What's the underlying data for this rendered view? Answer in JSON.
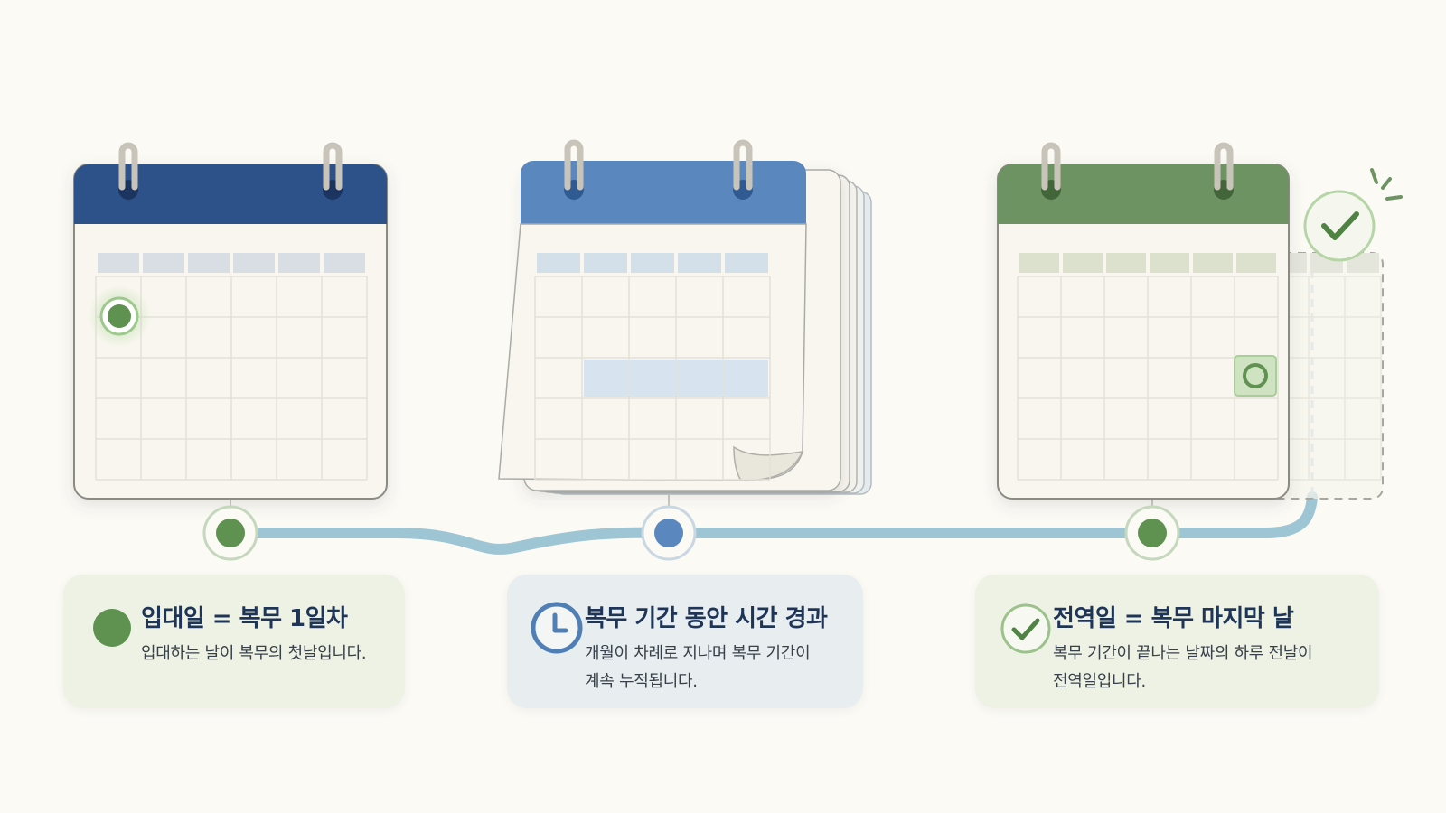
{
  "steps": [
    {
      "icon": "filled-circle-icon",
      "title": "입대일 = 복무 1일차",
      "description": "입대하는 날이 복무의 첫날입니다.",
      "accent": "#5f9150",
      "card_bg": "#eef2e5"
    },
    {
      "icon": "clock-icon",
      "title": "복무 기간 동안 시간 경과",
      "description": "개월이 차례로 지나며 복무 기간이\n계속 누적됩니다.",
      "accent": "#4f7fb5",
      "card_bg": "#e8eef0"
    },
    {
      "icon": "check-circle-icon",
      "title": "전역일 = 복무 마지막 날",
      "description": "복무 기간이 끝나는 날짜의 하루 전날이\n전역일입니다.",
      "accent": "#5f9150",
      "card_bg": "#eef2e5"
    }
  ],
  "colors": {
    "navy": "#2d5189",
    "blue": "#5b87bf",
    "green": "#6e9362",
    "timeline": "#9ec5d3"
  }
}
